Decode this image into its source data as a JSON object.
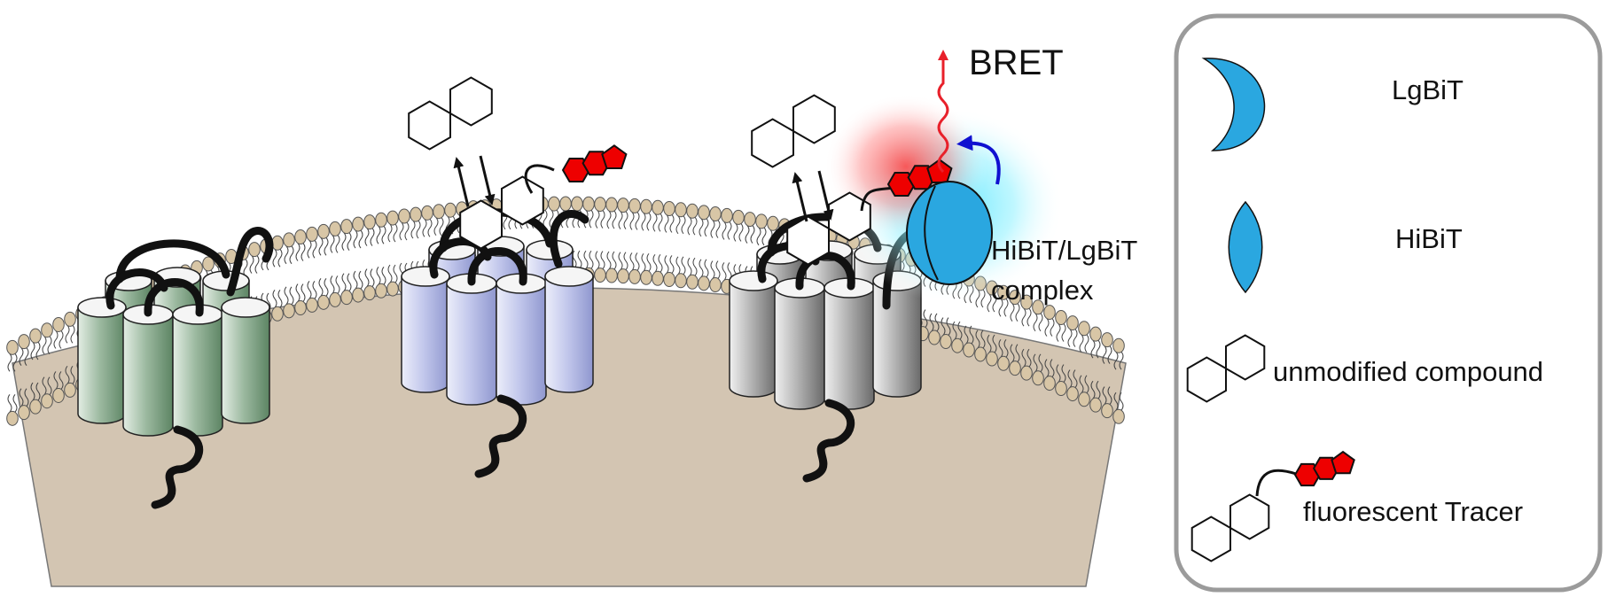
{
  "labels": {
    "bret": "BRET",
    "complex_line1": "HiBiT/LgBiT",
    "complex_line2": "complex"
  },
  "legend": {
    "items": [
      {
        "key": "lgbit",
        "label": "LgBiT"
      },
      {
        "key": "hibit",
        "label": "HiBiT"
      },
      {
        "key": "compound",
        "label": "unmodified compound"
      },
      {
        "key": "tracer",
        "label": "fluorescent Tracer"
      }
    ]
  },
  "colors": {
    "cytoplasm": "#d3c5b2",
    "lipid_head": "#d8c6a6",
    "receptor_green": "#7fa285",
    "receptor_blue": "#b7bde3",
    "receptor_gray": "#8c8c8c",
    "tracer_red": "#ee0000",
    "luciferase_blue": "#2aa7e0",
    "glow_cyan": "#5fe6ff",
    "glow_red": "#ff5050",
    "arrow_blue": "#1010d0",
    "wave_red": "#e8202a"
  },
  "icons": [
    "receptor-green",
    "receptor-blue",
    "receptor-gray",
    "compound-hexagons",
    "tracer-molecule",
    "lgbit-shape",
    "hibit-shape",
    "bret-wave-arrow",
    "binding-arrows"
  ]
}
